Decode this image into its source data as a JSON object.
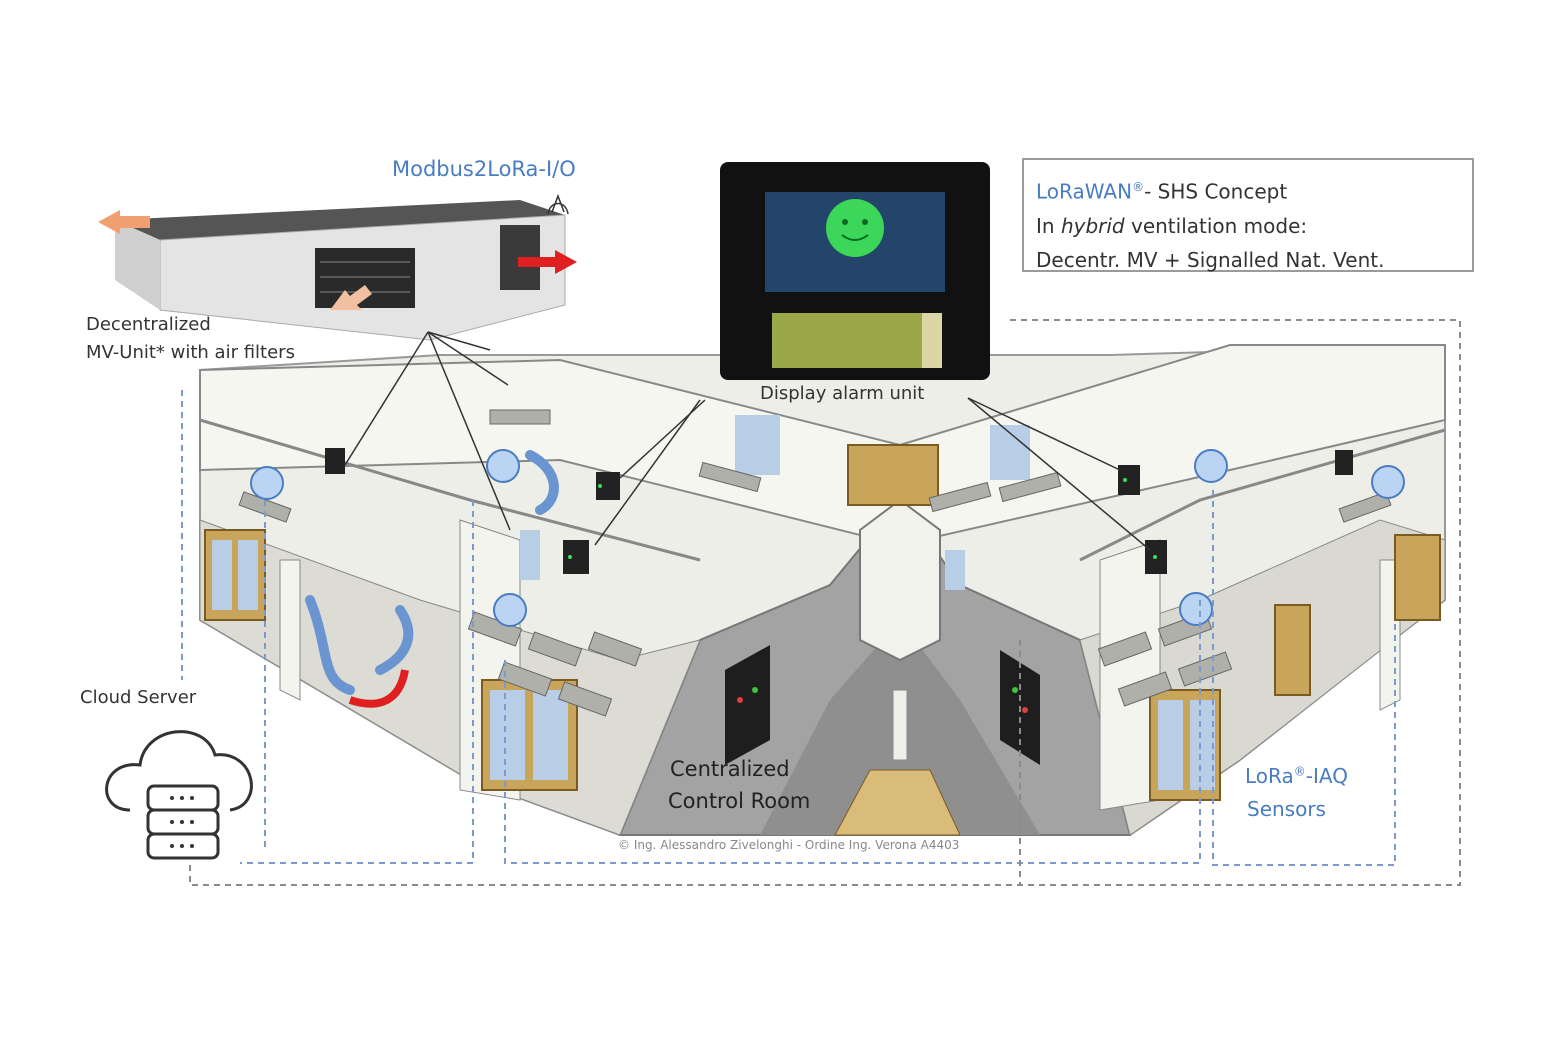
{
  "labels": {
    "modbus": "Modbus2LoRa-I/O",
    "mv_unit_line1": "Decentralized",
    "mv_unit_line2": "MV-Unit* with air filters",
    "display_alarm": "Display alarm unit",
    "cloud_server": "Cloud Server",
    "control_room_line1": "Centralized",
    "control_room_line2": "Control Room",
    "iaq_prefix": "LoRa",
    "iaq_reg": "®",
    "iaq_suffix": "-IAQ",
    "iaq_line2": "Sensors",
    "credit": "©  Ing. Alessandro Zivelonghi - Ordine Ing. Verona A4403"
  },
  "concept_box": {
    "brand": "LoRaWAN",
    "reg": "®",
    "line1_rest": "- SHS Concept",
    "line2_pre": "In ",
    "line2_em": "hybrid",
    "line2_post": " ventilation mode:",
    "line3": "Decentr. MV + Signalled Nat. Vent."
  },
  "colors": {
    "accent_blue": "#4a7cc0",
    "wall": "#f4f4ef",
    "floor": "#9a9a9a",
    "window": "#c9a55c",
    "sensor": "#bcd4f4",
    "arrow_red": "#e02020",
    "dashed": "#9aa7bf"
  }
}
